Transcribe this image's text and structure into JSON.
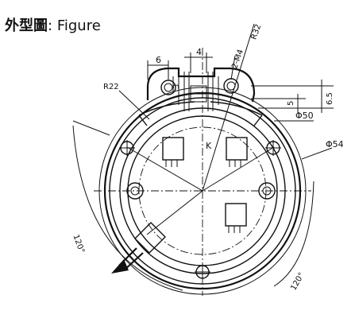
{
  "title": {
    "chinese": "外型圖",
    "sep": ":",
    "english": "Figure"
  },
  "dimensions": {
    "d6": "6",
    "d4": "4",
    "d3": "3",
    "m4": "2-M4",
    "r32": "R32",
    "r22": "R22",
    "d5": "5",
    "d65": "6.5",
    "phi50": "Φ50",
    "phi54": "Φ54",
    "k": "K",
    "a120_left": "120°",
    "a120_right": "120°"
  }
}
